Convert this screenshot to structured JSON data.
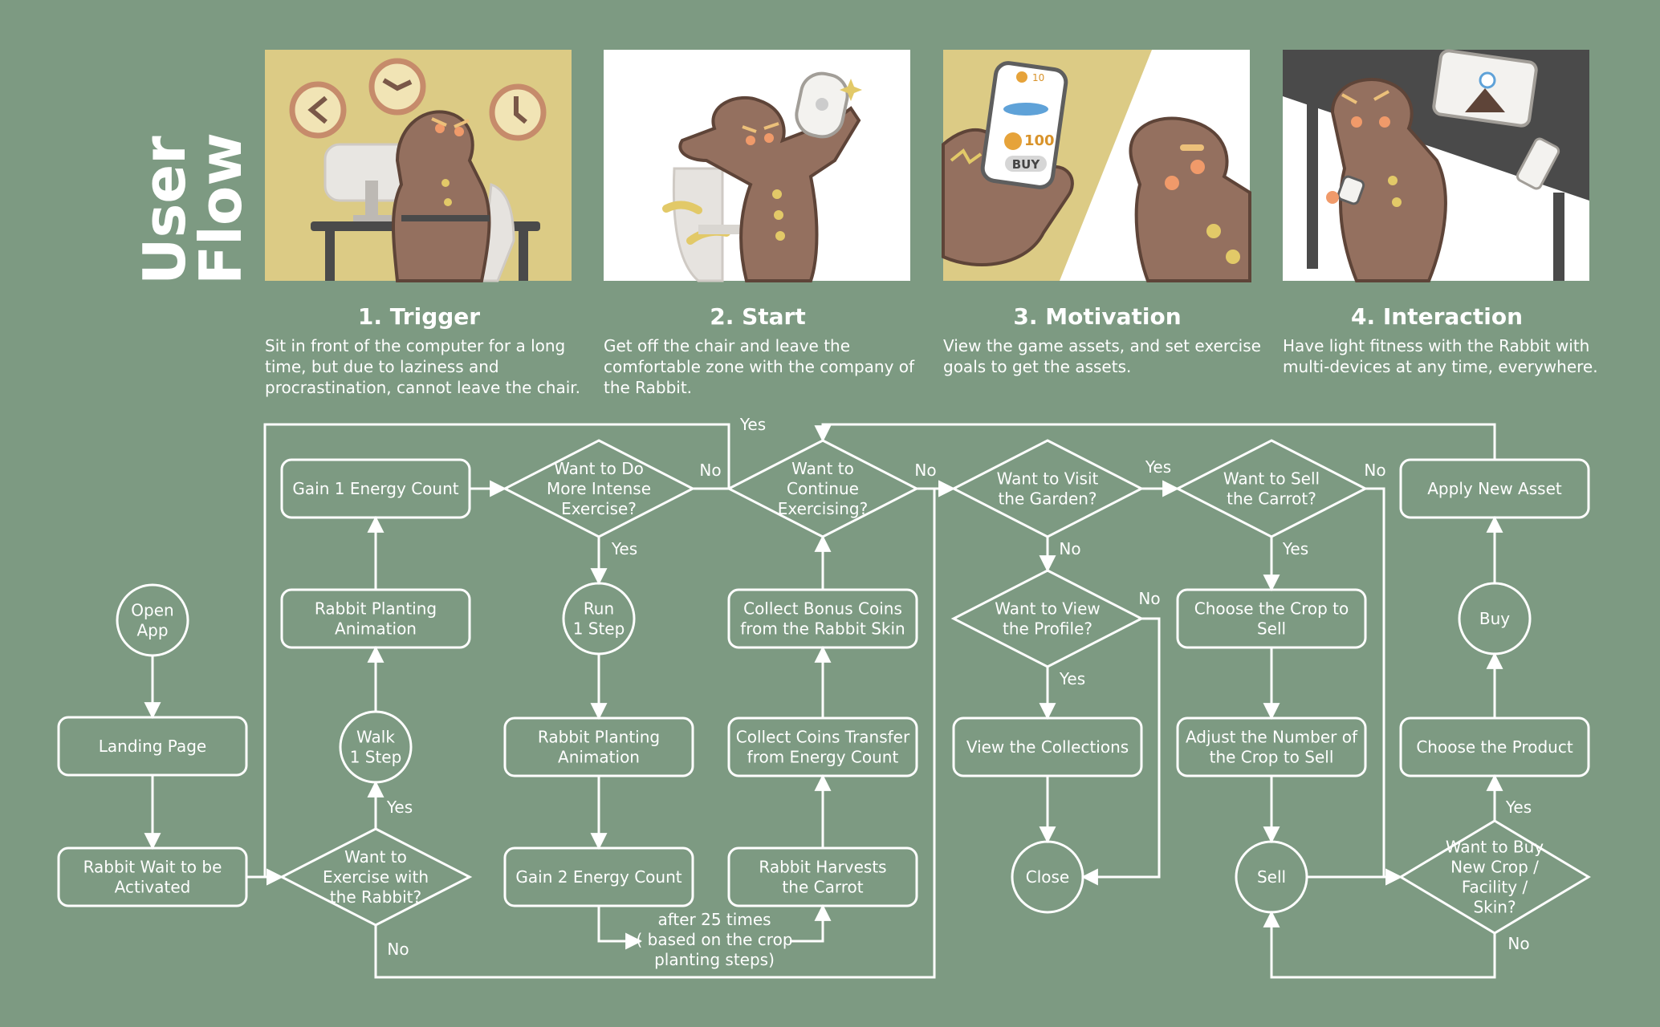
{
  "title": {
    "line1": "User",
    "line2": "Flow"
  },
  "steps": [
    {
      "title": "1. Trigger",
      "desc": "Sit in front of the computer for a long time, but due to laziness and procrastination, cannot leave the chair."
    },
    {
      "title": "2. Start",
      "desc": "Get off the chair and leave the comfortable zone with the company of the Rabbit."
    },
    {
      "title": "3. Motivation",
      "desc": "View the game assets, and set exercise goals to get the assets."
    },
    {
      "title": "4. Interaction",
      "desc": "Have light fitness with the Rabbit with multi-devices at any time, everywhere."
    }
  ],
  "phone_card": {
    "coin_small": "10",
    "coin_big": "100",
    "buy": "BUY"
  },
  "nodes": {
    "open_app": [
      "Open",
      "App"
    ],
    "landing_page": [
      "Landing Page"
    ],
    "rabbit_wait": [
      "Rabbit Wait to be",
      "Activated"
    ],
    "want_exercise": [
      "Want to",
      "Exercise with",
      "the Rabbit?"
    ],
    "walk_step": [
      "Walk",
      "1 Step"
    ],
    "rabbit_planting_1": [
      "Rabbit Planting",
      "Animation"
    ],
    "gain_1": [
      "Gain 1 Energy Count"
    ],
    "want_intense": [
      "Want to Do",
      "More Intense",
      "Exercise?"
    ],
    "run_step": [
      "Run",
      "1 Step"
    ],
    "rabbit_planting_2": [
      "Rabbit Planting",
      "Animation"
    ],
    "gain_2": [
      "Gain 2 Energy Count"
    ],
    "after_25": [
      "after 25 times",
      "( based on the crop",
      "planting steps)"
    ],
    "rabbit_harvests": [
      "Rabbit Harvests",
      "the Carrot"
    ],
    "collect_transfer": [
      "Collect Coins Transfer",
      "from Energy Count"
    ],
    "collect_bonus": [
      "Collect Bonus Coins",
      "from the Rabbit Skin"
    ],
    "want_continue": [
      "Want to",
      "Continue",
      "Exercising?"
    ],
    "want_garden": [
      "Want to Visit",
      "the Garden?"
    ],
    "want_profile": [
      "Want to View",
      "the Profile?"
    ],
    "view_collections": [
      "View the Collections"
    ],
    "close": [
      "Close"
    ],
    "want_sell": [
      "Want to Sell",
      "the Carrot?"
    ],
    "choose_crop": [
      "Choose the Crop to",
      "Sell"
    ],
    "adjust_number": [
      "Adjust the Number of",
      "the Crop to Sell"
    ],
    "sell": [
      "Sell"
    ],
    "want_buy": [
      "Want to Buy",
      "New Crop /",
      "Facility /",
      "Skin?"
    ],
    "choose_product": [
      "Choose the Product"
    ],
    "buy": [
      "Buy"
    ],
    "apply_asset": [
      "Apply New Asset"
    ]
  },
  "edge_labels": {
    "yes": "Yes",
    "no": "No"
  },
  "colors": {
    "background": "#7d9a82",
    "line": "#ffffff",
    "panel_yellow": "#dccb85",
    "panel_white": "#ffffff",
    "panel_dark": "#4a4a4a",
    "gingerbread": "#94705f",
    "outline": "#5e4438"
  }
}
